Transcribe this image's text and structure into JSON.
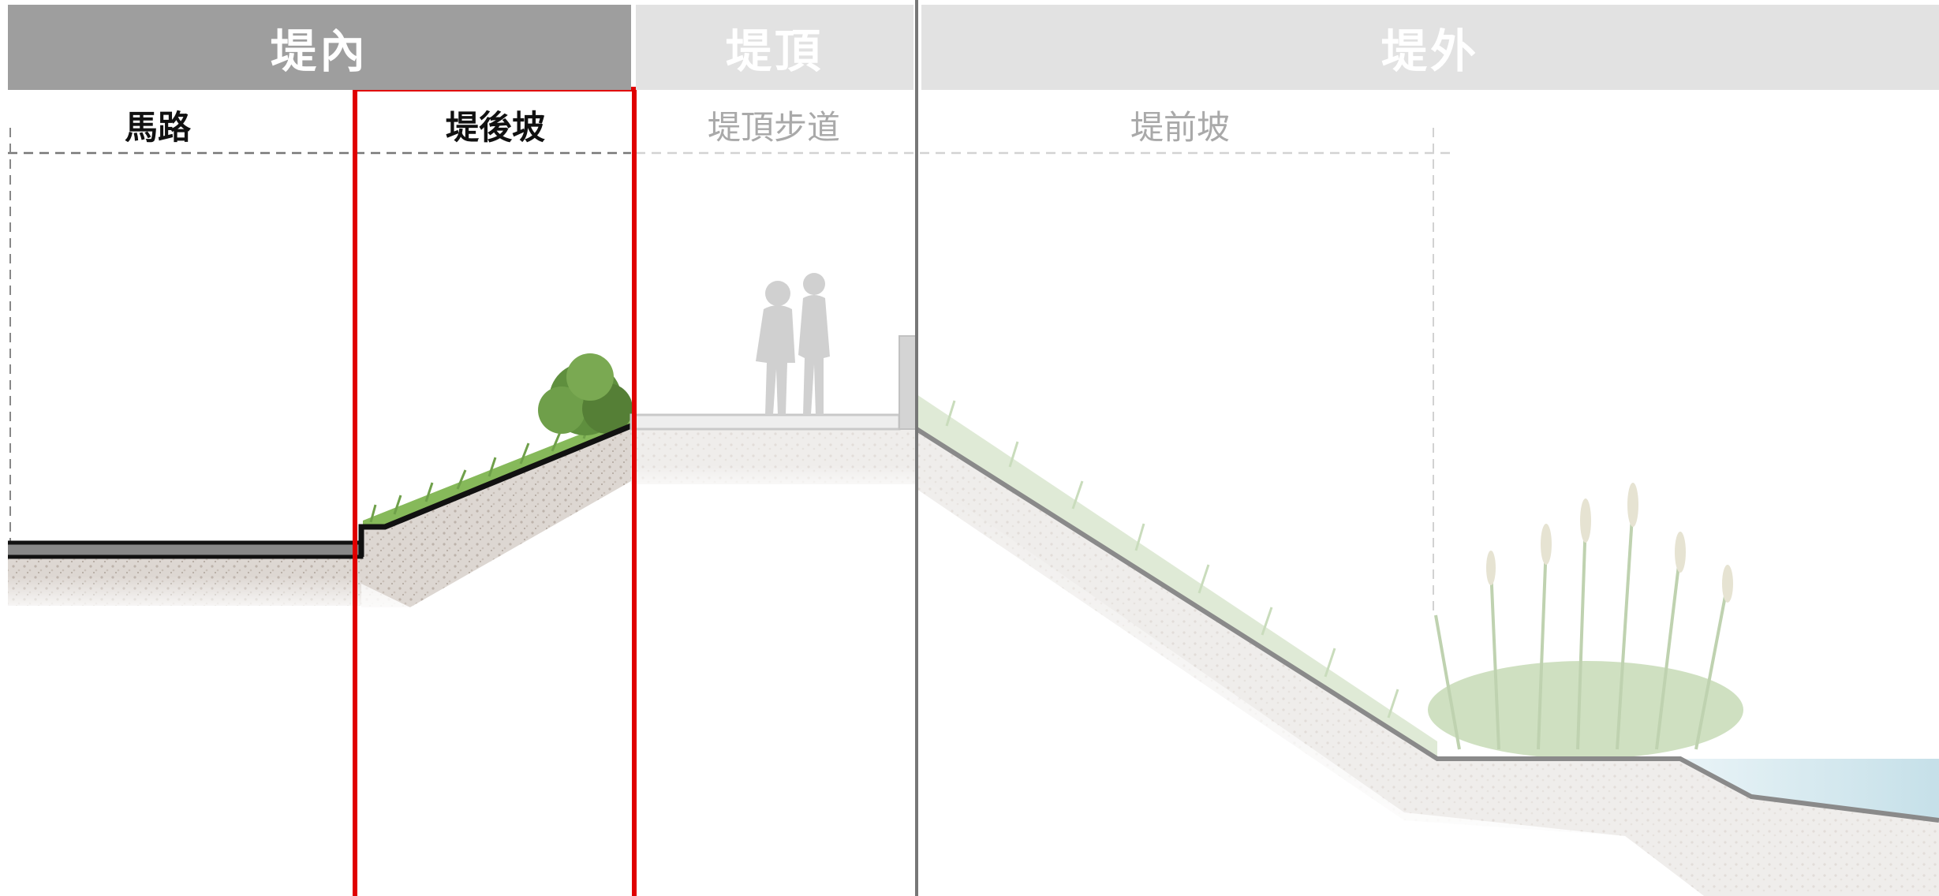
{
  "zones": {
    "inner": "堤內",
    "crest": "堤頂",
    "outer": "堤外"
  },
  "sub_zones": {
    "road": "馬路",
    "back_slope": "堤後坡",
    "crest_walkway": "堤頂步道",
    "front_slope": "堤前坡"
  },
  "highlighted_zone": "back_slope",
  "colors": {
    "inner_bar": "#9e9e9e",
    "faded_bar": "#e2e2e2",
    "highlight_frame": "#e00000",
    "section_line": "#111111",
    "faded_section_line": "#8a8a8a",
    "divider": "#777777",
    "grass": "#7fae4f",
    "tree": "#5f8f3e",
    "water": "#bcdde8"
  }
}
